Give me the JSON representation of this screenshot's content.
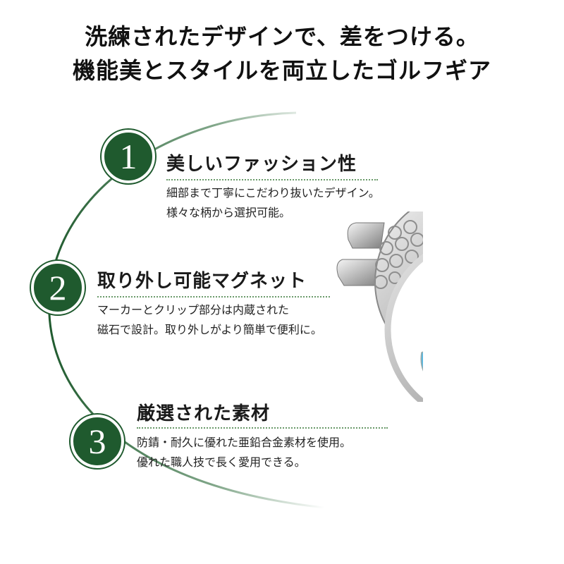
{
  "headline": {
    "line1": "洗練されたデザインで、差をつける。",
    "line2": "機能美とスタイルを両立したゴルフギア"
  },
  "features": [
    {
      "number": "1",
      "title": "美しいファッション性",
      "desc_line1": "細部まで丁寧にこだわり抜いたデザイン。",
      "desc_line2": "様々な柄から選択可能。"
    },
    {
      "number": "2",
      "title": "取り外し可能マグネット",
      "desc_line1": "マーカーとクリップ部分は内蔵された",
      "desc_line2": "磁石で設計。取り外しがより簡単で便利に。"
    },
    {
      "number": "3",
      "title": "厳選された素材",
      "desc_line1": "防錆・耐久に優れた亜鉛合金素材を使用。",
      "desc_line2": "優れた職人技で長く愛用できる。"
    }
  ],
  "colors": {
    "accent_green": "#1f5a2e",
    "arc_green": "#2c6b3a",
    "flamingo_pink": "#e87cc0",
    "water_blue": "#5ab8e0",
    "grass_green": "#8fce4a"
  },
  "icons": {
    "product": "golf-ball-marker-hat-clip-flamingo"
  }
}
